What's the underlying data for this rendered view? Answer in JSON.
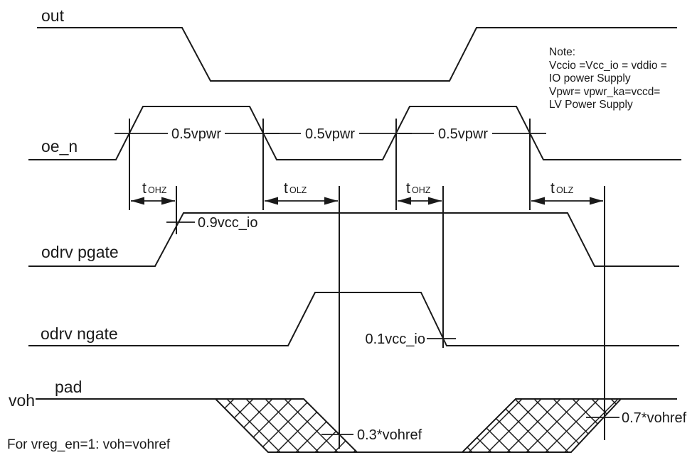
{
  "colors": {
    "line": "#1a1a1a",
    "bg": "#ffffff"
  },
  "signals": {
    "out": "out",
    "oe_n": "oe_n",
    "odrv_pgate": "odrv pgate",
    "odrv_ngate": "odrv ngate",
    "pad": "pad",
    "voh": "voh"
  },
  "thresholds": {
    "vpwr_half": "0.5vpwr",
    "vcc_high": "0.9vcc_io",
    "vcc_low": "0.1vcc_io",
    "vohref_low": "0.3*vohref",
    "vohref_high": "0.7*vohref"
  },
  "timing": {
    "t": "t",
    "ohz": "OHZ",
    "olz": "OLZ"
  },
  "note": {
    "title": "Note:",
    "line1": "Vccio =Vcc_io = vddio =",
    "line2": "IO power Supply",
    "line3": "Vpwr= vpwr_ka=vccd=",
    "line4": "LV Power Supply"
  },
  "footer": "For vreg_en=1: voh=vohref"
}
